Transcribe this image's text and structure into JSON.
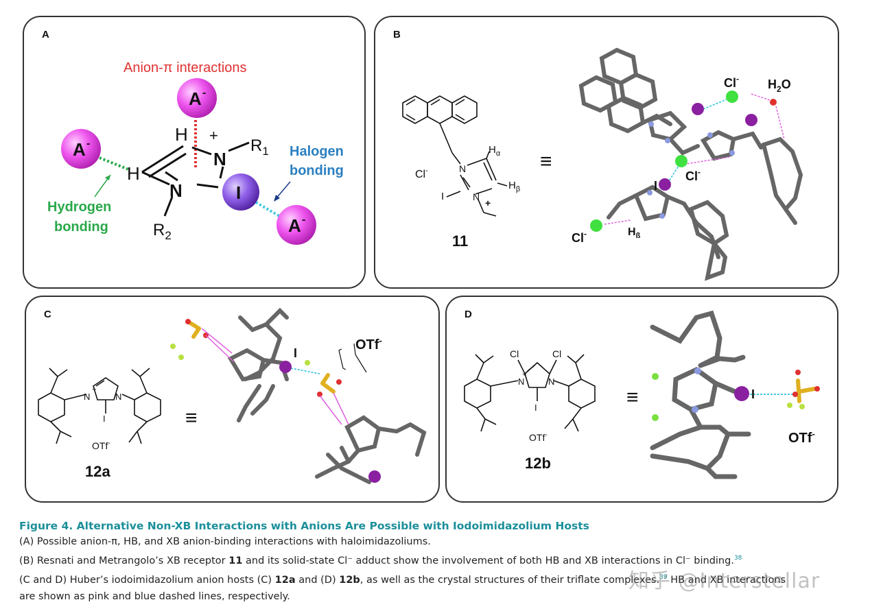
{
  "panels": {
    "a": {
      "letter": "A",
      "anion_pi_label": "Anion-π interactions",
      "anion": "A",
      "anion_charge": "-",
      "halogen_label_1": "Halogen",
      "halogen_label_2": "bonding",
      "hydrogen_label_1": "Hydrogen",
      "hydrogen_label_2": "bonding",
      "atom_H": "H",
      "atom_N": "N",
      "atom_I": "I",
      "plus": "+",
      "R1": "R",
      "R1_sub": "1",
      "R2": "R",
      "R2_sub": "2"
    },
    "b": {
      "letter": "B",
      "compound": "11",
      "counterion": "Cl",
      "counterion_charge": "-",
      "H_alpha": "H",
      "H_alpha_sub": "α",
      "H_beta": "H",
      "H_beta_sub": "β",
      "atom_I": "I",
      "atom_N": "N",
      "plus": "+",
      "equiv": "≡",
      "label_cl": "Cl",
      "label_cl_charge": "-",
      "label_h2o": "H",
      "label_h2o_sub": "2",
      "label_h2o_o": "O",
      "label_I": "I",
      "label_hb": "H",
      "label_hb_sub": "ß"
    },
    "c": {
      "letter": "C",
      "compound": "12a",
      "counterion": "OTf",
      "counterion_charge": "-",
      "equiv": "≡",
      "label_I": "I",
      "label_otf": "OTf",
      "label_otf_charge": "-",
      "atom_N": "N",
      "atom_I": "I",
      "plus": "+"
    },
    "d": {
      "letter": "D",
      "compound": "12b",
      "counterion": "OTf",
      "counterion_charge": "-",
      "equiv": "≡",
      "label_I": "I",
      "label_otf": "OTf",
      "label_otf_charge": "-",
      "atom_Cl": "Cl",
      "atom_N": "N",
      "atom_I": "I",
      "plus": "+"
    }
  },
  "caption": {
    "title": "Figure 4.  Alternative Non-XB Interactions with Anions Are Possible with Iodoimidazolium Hosts",
    "line_a": "(A) Possible anion-π, HB, and XB anion-binding interactions with haloimidazoliums.",
    "line_b_1": "(B) Resnati and Metrangolo’s XB receptor ",
    "line_b_bold": "11",
    "line_b_2": " and its solid-state Cl⁻ adduct show the involvement of both HB and XB interactions in Cl⁻ binding.",
    "line_b_ref": "38",
    "line_c_1": "(C and D) Huber’s iodoimidazolium anion hosts (C) ",
    "line_c_bold1": "12a",
    "line_c_2": " and (D) ",
    "line_c_bold2": "12b",
    "line_c_3": ", as well as the crystal structures of their triflate complexes.",
    "line_c_ref": "39",
    "line_c_4": " HB and XB interactions",
    "line_d": "are shown as pink and blue dashed lines, respectively."
  },
  "watermark": "知乎 @Interstellar",
  "colors": {
    "anion": "#e040e0",
    "iodine": "#7b3fd0",
    "red_label": "#e03030",
    "green_label": "#2aa84a",
    "blue_label": "#2a7fc0",
    "caption_title": "#1b8f9a",
    "hb_line": "#e060e0",
    "xb_line": "#40c8e0",
    "cl_atom": "#40e040",
    "iodine_3d": "#8a20a0"
  }
}
